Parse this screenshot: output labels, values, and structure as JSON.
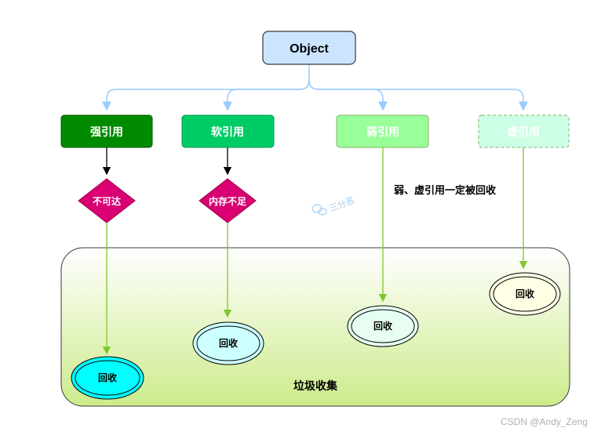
{
  "root": {
    "label": "Object",
    "fill": "#cce5ff",
    "stroke": "#36393d"
  },
  "references": [
    {
      "label": "强引用",
      "fill": "#008a00",
      "text_color": "#ffffff"
    },
    {
      "label": "软引用",
      "fill": "#00cc66",
      "text_color": "#ffffff"
    },
    {
      "label": "弱引用",
      "fill": "#99ff99",
      "text_color": "#ffffff"
    },
    {
      "label": "虚引用",
      "fill": "#ccffe6",
      "text_color": "#ffffff",
      "dashed": true
    }
  ],
  "conditions": [
    {
      "label": "不可达",
      "fill": "#d80073"
    },
    {
      "label": "内存不足",
      "fill": "#d80073"
    }
  ],
  "note": "弱、虚引用一定被回收",
  "gc_area": {
    "label": "垃圾收集",
    "gradient_top": "#ffffff",
    "gradient_bottom": "#cdeb8b"
  },
  "recycle_nodes": [
    {
      "label": "回收",
      "fill": "#00ffff"
    },
    {
      "label": "回收",
      "fill": "#ccffff"
    },
    {
      "label": "回收",
      "fill": "#e6fff2"
    },
    {
      "label": "回收",
      "fill": "#ffffe6"
    }
  ],
  "watermark_center": "三分恶",
  "watermark_bottom": "CSDN @Andy_Zeng",
  "colors": {
    "branch_line": "#99ccff",
    "green_line": "#7ec72a",
    "black_line": "#000000"
  }
}
